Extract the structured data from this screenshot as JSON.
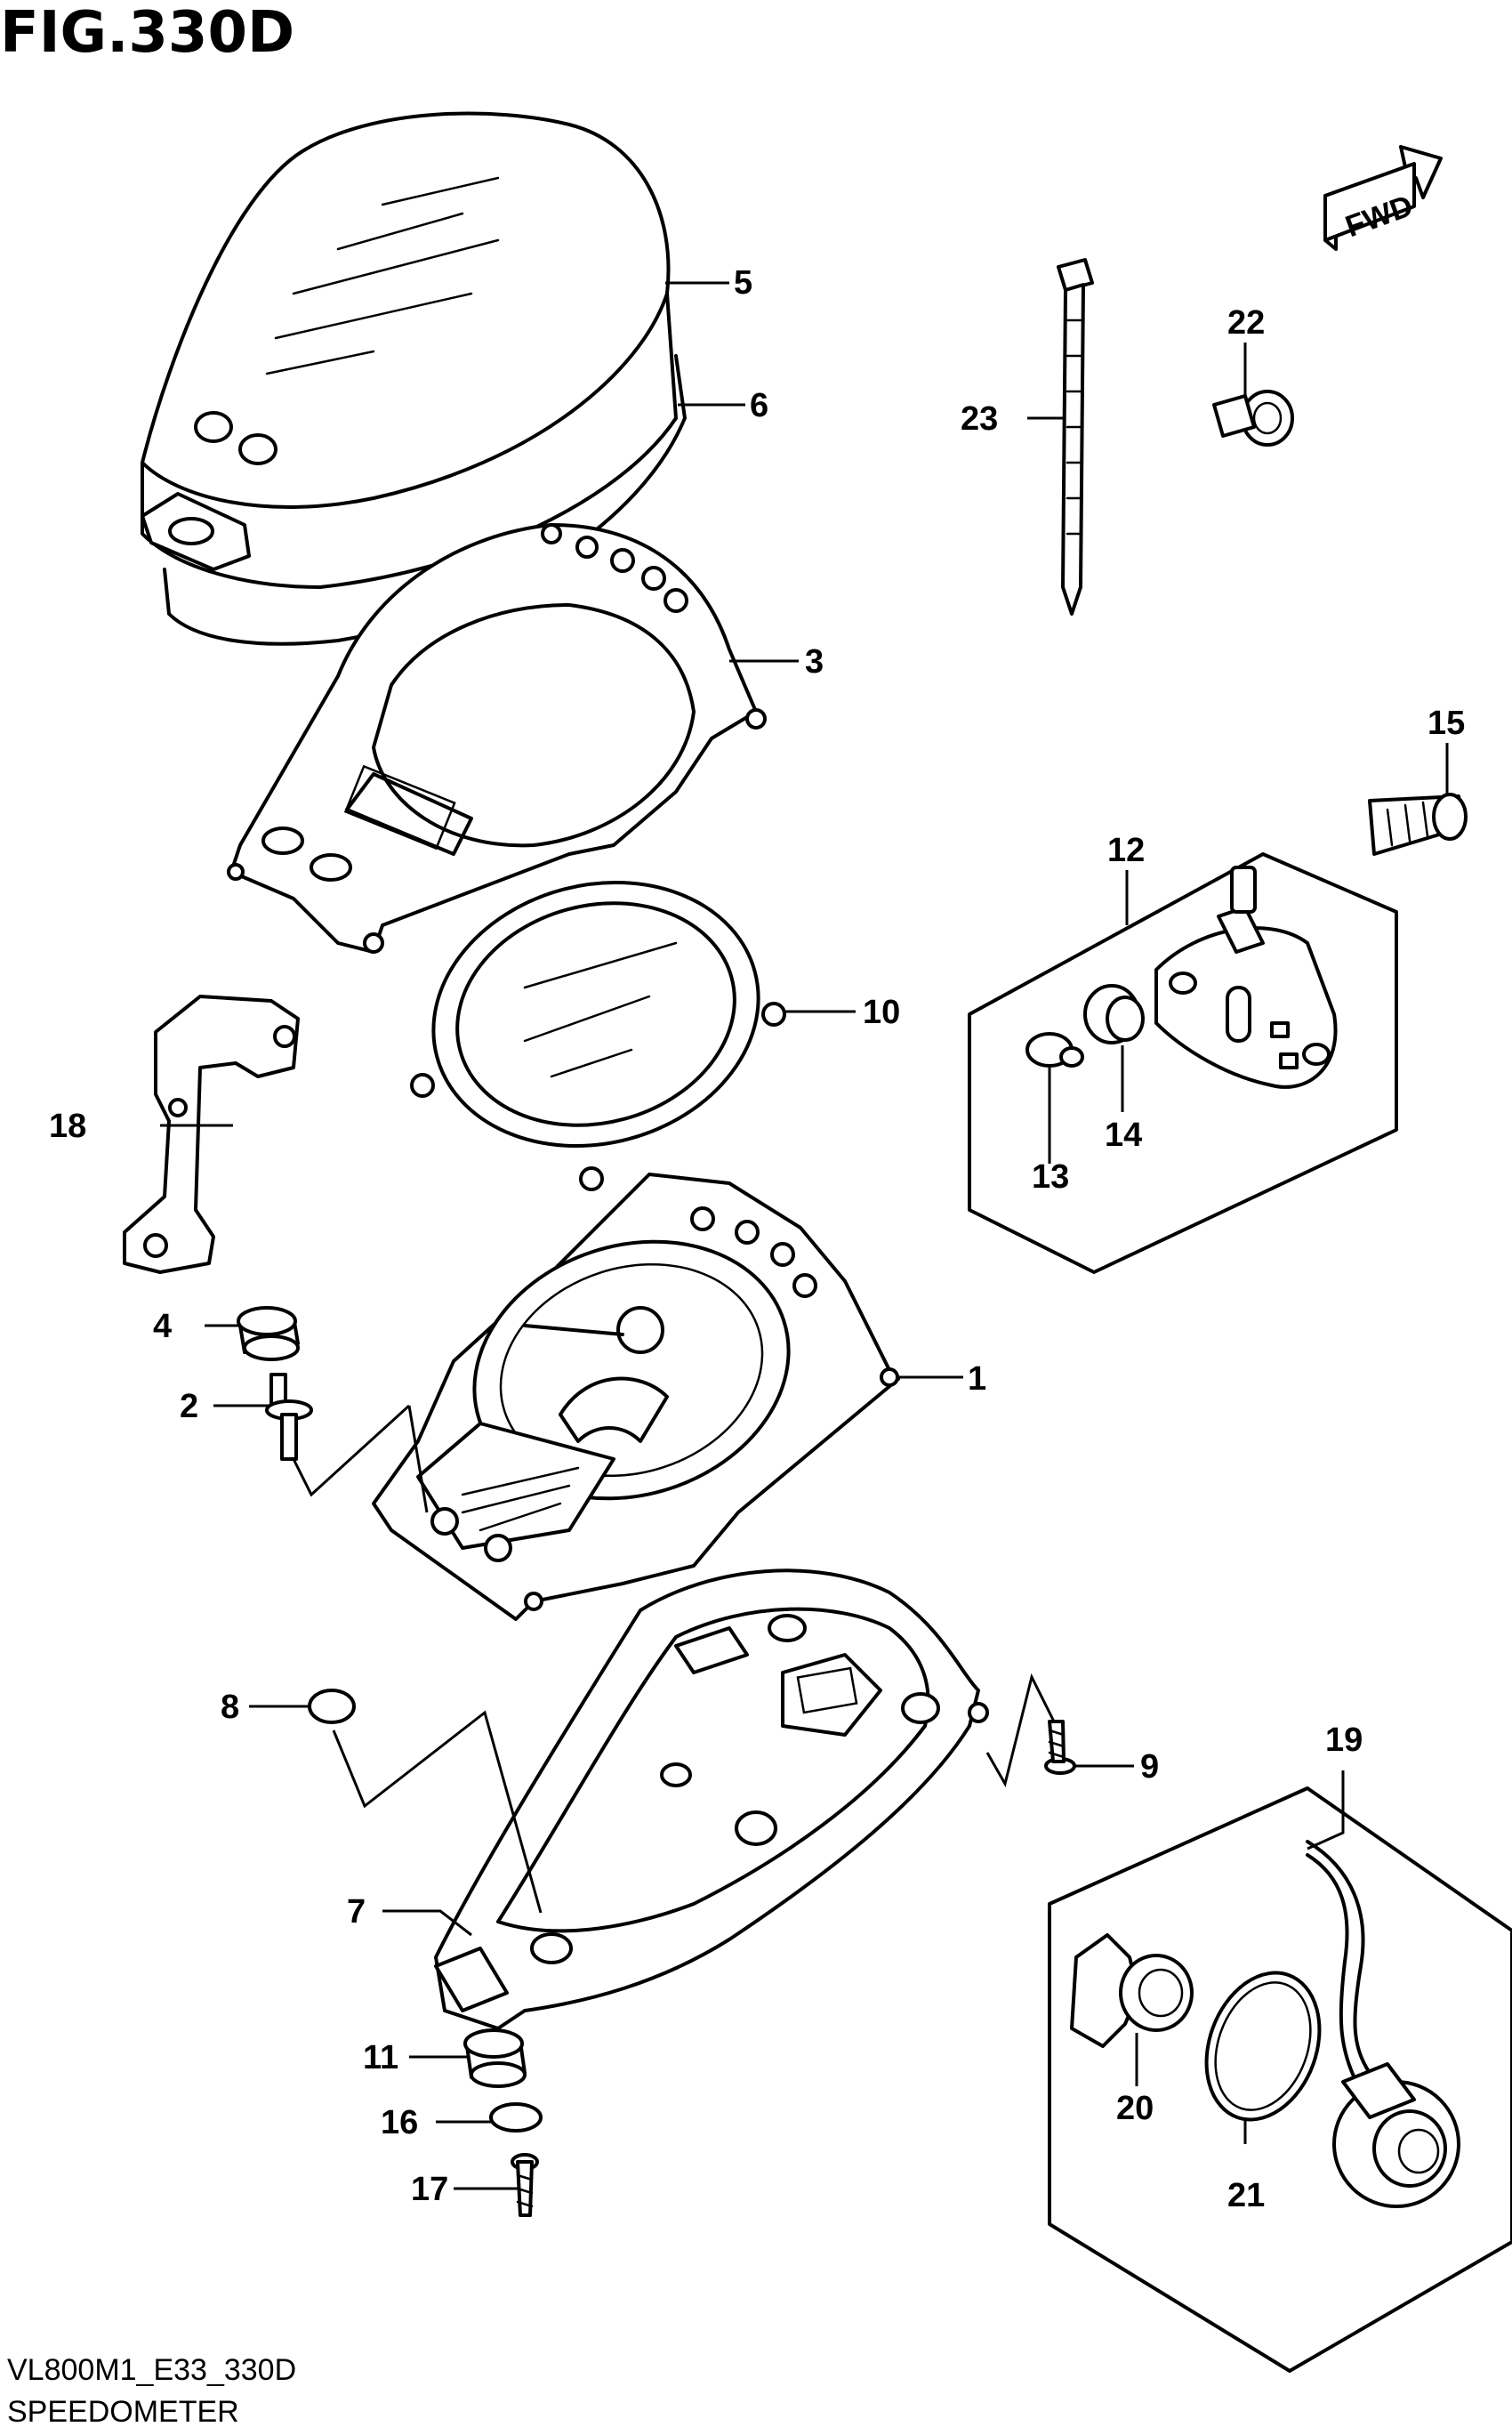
{
  "figure": {
    "title": "FIG.330D",
    "model_code": "VL800M1_E33_330D",
    "section_name": "SPEEDOMETER",
    "fwd_label": "FWD"
  },
  "callouts": [
    {
      "id": "c1",
      "label": "1"
    },
    {
      "id": "c2",
      "label": "2"
    },
    {
      "id": "c3",
      "label": "3"
    },
    {
      "id": "c4",
      "label": "4"
    },
    {
      "id": "c5",
      "label": "5"
    },
    {
      "id": "c6",
      "label": "6"
    },
    {
      "id": "c7",
      "label": "7"
    },
    {
      "id": "c8",
      "label": "8"
    },
    {
      "id": "c9",
      "label": "9"
    },
    {
      "id": "c10",
      "label": "10"
    },
    {
      "id": "c11",
      "label": "11"
    },
    {
      "id": "c12",
      "label": "12"
    },
    {
      "id": "c13",
      "label": "13"
    },
    {
      "id": "c14",
      "label": "14"
    },
    {
      "id": "c15",
      "label": "15"
    },
    {
      "id": "c16",
      "label": "16"
    },
    {
      "id": "c17",
      "label": "17"
    },
    {
      "id": "c18",
      "label": "18"
    },
    {
      "id": "c19",
      "label": "19"
    },
    {
      "id": "c20",
      "label": "20"
    },
    {
      "id": "c21",
      "label": "21"
    },
    {
      "id": "c22",
      "label": "22"
    },
    {
      "id": "c23",
      "label": "23"
    }
  ]
}
